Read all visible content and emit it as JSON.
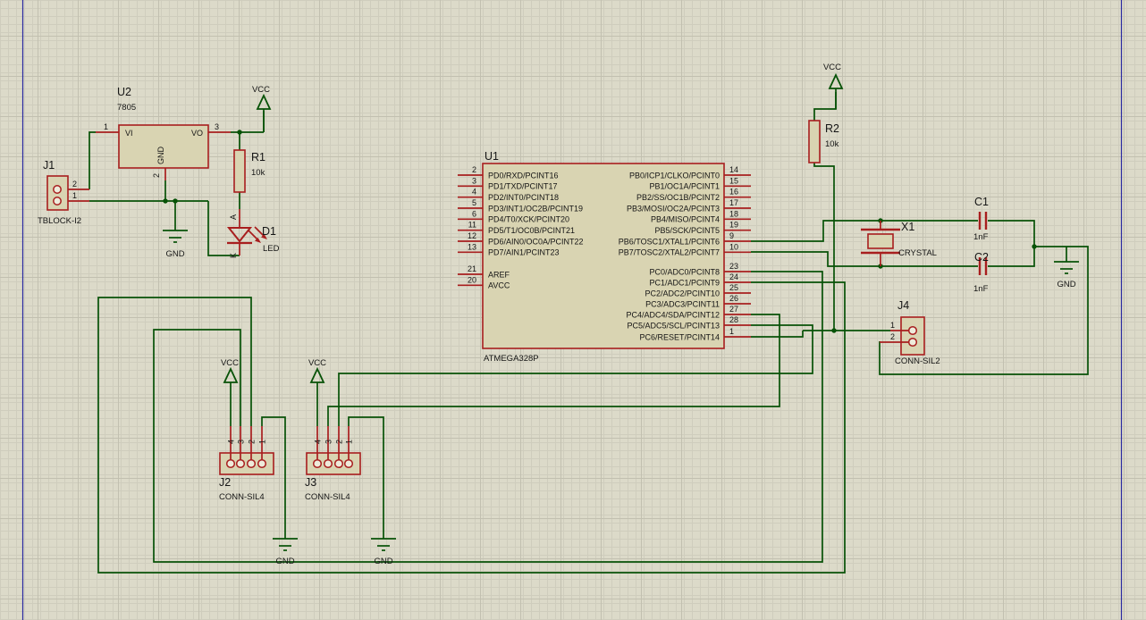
{
  "power": {
    "vcc_label": "VCC",
    "gnd_label": "GND"
  },
  "u1": {
    "ref": "U1",
    "part": "ATMEGA328P",
    "left_pins": [
      {
        "num": "2",
        "label": "PD0/RXD/PCINT16"
      },
      {
        "num": "3",
        "label": "PD1/TXD/PCINT17"
      },
      {
        "num": "4",
        "label": "PD2/INT0/PCINT18"
      },
      {
        "num": "5",
        "label": "PD3/INT1/OC2B/PCINT19"
      },
      {
        "num": "6",
        "label": "PD4/T0/XCK/PCINT20"
      },
      {
        "num": "11",
        "label": "PD5/T1/OC0B/PCINT21"
      },
      {
        "num": "12",
        "label": "PD6/AIN0/OC0A/PCINT22"
      },
      {
        "num": "13",
        "label": "PD7/AIN1/PCINT23"
      },
      {
        "num": "21",
        "label": "AREF"
      },
      {
        "num": "20",
        "label": "AVCC"
      }
    ],
    "right_pins": [
      {
        "num": "14",
        "label": "PB0/ICP1/CLKO/PCINT0"
      },
      {
        "num": "15",
        "label": "PB1/OC1A/PCINT1"
      },
      {
        "num": "16",
        "label": "PB2/SS/OC1B/PCINT2"
      },
      {
        "num": "17",
        "label": "PB3/MOSI/OC2A/PCINT3"
      },
      {
        "num": "18",
        "label": "PB4/MISO/PCINT4"
      },
      {
        "num": "19",
        "label": "PB5/SCK/PCINT5"
      },
      {
        "num": "9",
        "label": "PB6/TOSC1/XTAL1/PCINT6"
      },
      {
        "num": "10",
        "label": "PB7/TOSC2/XTAL2/PCINT7"
      },
      {
        "num": "23",
        "label": "PC0/ADC0/PCINT8"
      },
      {
        "num": "24",
        "label": "PC1/ADC1/PCINT9"
      },
      {
        "num": "25",
        "label": "PC2/ADC2/PCINT10"
      },
      {
        "num": "26",
        "label": "PC3/ADC3/PCINT11"
      },
      {
        "num": "27",
        "label": "PC4/ADC4/SDA/PCINT12"
      },
      {
        "num": "28",
        "label": "PC5/ADC5/SCL/PCINT13"
      },
      {
        "num": "1",
        "label": "PC6/RESET/PCINT14"
      }
    ]
  },
  "u2": {
    "ref": "U2",
    "part": "7805",
    "pin_vi": "VI",
    "pin_vo": "VO",
    "pin_gnd": "GND",
    "num_vi": "1",
    "num_vo": "3",
    "num_gnd": "2"
  },
  "j1": {
    "ref": "J1",
    "part": "TBLOCK-I2",
    "pins": [
      "2",
      "1"
    ]
  },
  "j2": {
    "ref": "J2",
    "part": "CONN-SIL4",
    "pins": [
      "4",
      "3",
      "2",
      "1"
    ]
  },
  "j3": {
    "ref": "J3",
    "part": "CONN-SIL4",
    "pins": [
      "4",
      "3",
      "2",
      "1"
    ]
  },
  "j4": {
    "ref": "J4",
    "part": "CONN-SIL2",
    "pins": [
      "1",
      "2"
    ]
  },
  "r1": {
    "ref": "R1",
    "value": "10k"
  },
  "r2": {
    "ref": "R2",
    "value": "10k"
  },
  "d1": {
    "ref": "D1",
    "part": "LED",
    "anode": "A",
    "cathode": "K"
  },
  "x1": {
    "ref": "X1",
    "part": "CRYSTAL"
  },
  "c1": {
    "ref": "C1",
    "value": "1nF"
  },
  "c2": {
    "ref": "C2",
    "value": "1nF"
  },
  "colors": {
    "wire": "#075207",
    "component": "#a81e1e",
    "component_fill": "#d9d4b2",
    "sheet_border": "#2a2aa0",
    "background": "#dcdac9",
    "grid_minor": "#cfcdbd",
    "grid_major": "#c2c0b0"
  }
}
